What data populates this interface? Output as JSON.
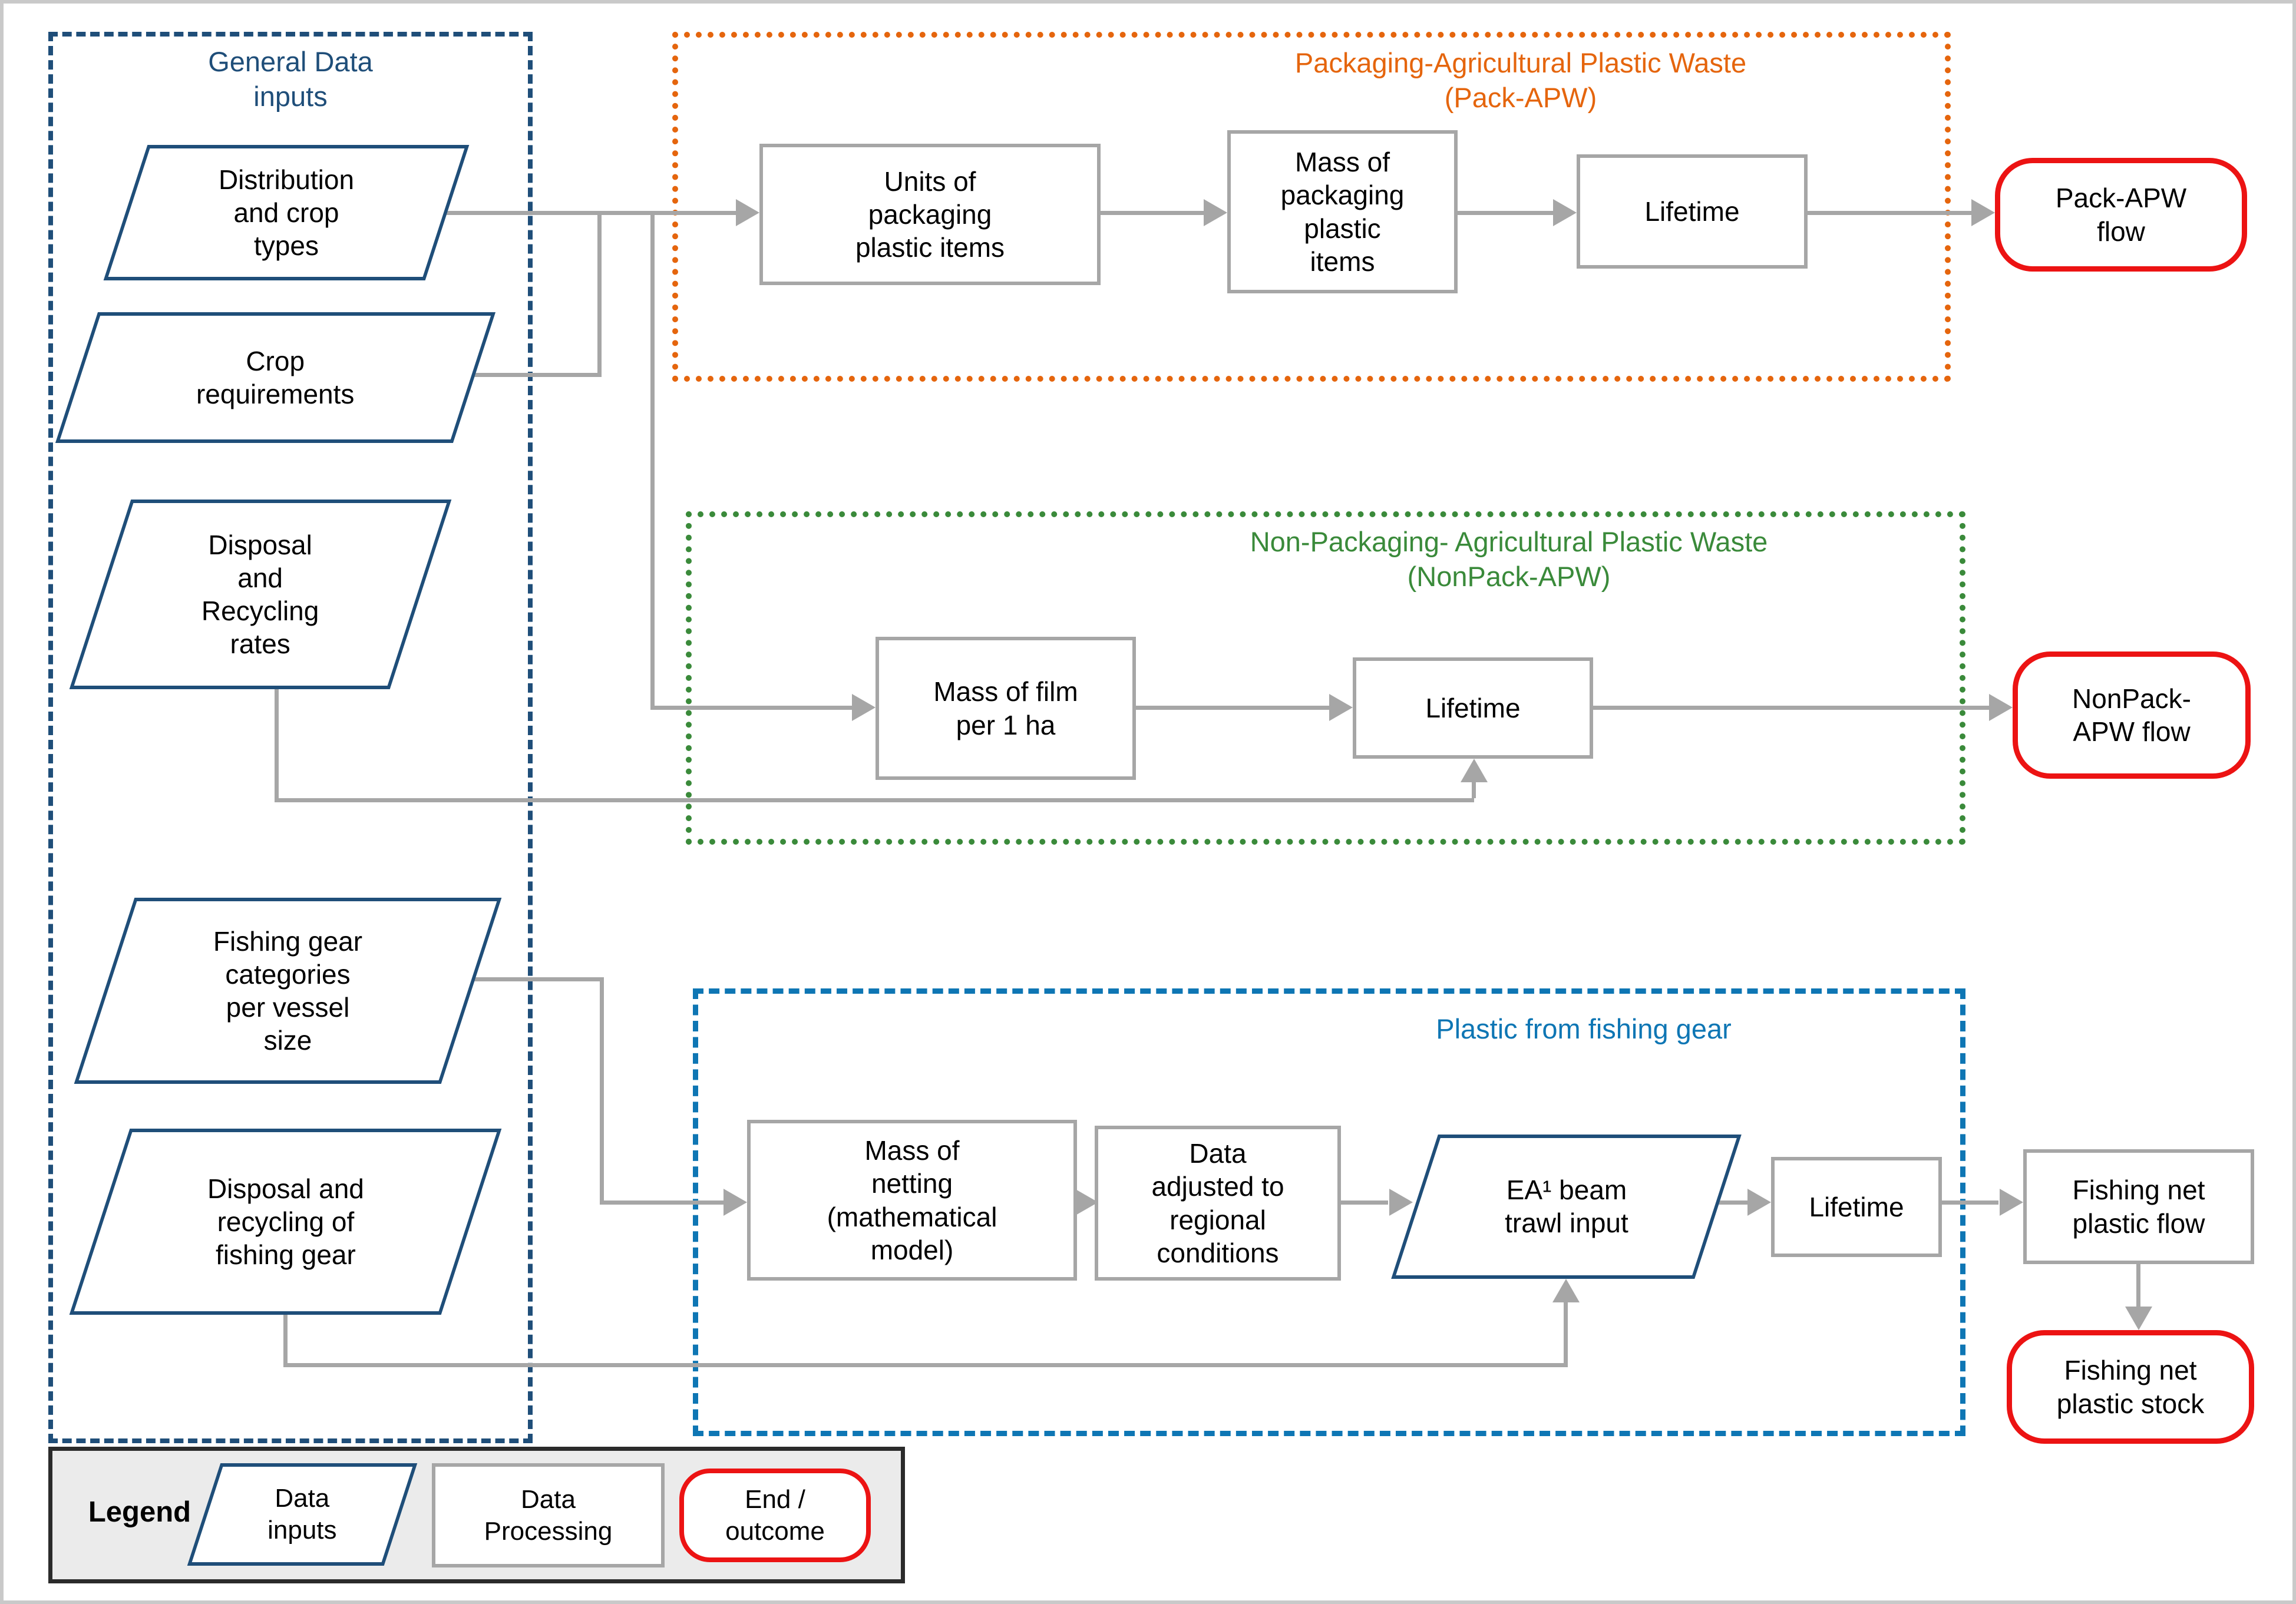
{
  "colors": {
    "navy": "#1F4E79",
    "azure": "#0E76B4",
    "orange": "#E5650D",
    "green": "#3A8A3A",
    "red": "#EC1313",
    "gray": "#A6A6A6"
  },
  "general_inputs": {
    "title": "General Data\ninputs",
    "items": [
      {
        "label": "Distribution\nand crop\ntypes"
      },
      {
        "label": "Crop\nrequirements"
      },
      {
        "label": "Disposal\nand\nRecycling\nrates"
      },
      {
        "label": "Fishing gear\ncategories\nper vessel\nsize"
      },
      {
        "label": "Disposal and\nrecycling of\nfishing gear"
      }
    ]
  },
  "pack_apw": {
    "title": "Packaging-Agricultural Plastic Waste\n(Pack-APW)",
    "steps": [
      {
        "label": "Units of\npackaging\nplastic items"
      },
      {
        "label": "Mass of\npackaging\nplastic\nitems"
      },
      {
        "label": "Lifetime"
      }
    ],
    "outcome": "Pack-APW\nflow"
  },
  "nonpack_apw": {
    "title": "Non-Packaging- Agricultural Plastic Waste\n(NonPack-APW)",
    "steps": [
      {
        "label": "Mass of film\nper 1 ha"
      },
      {
        "label": "Lifetime"
      }
    ],
    "outcome": "NonPack-\nAPW flow"
  },
  "fishing": {
    "title": "Plastic from fishing gear",
    "steps": [
      {
        "label": "Mass of\nnetting\n(mathematical\nmodel)"
      },
      {
        "label": "Data\nadjusted to\nregional\nconditions"
      },
      {
        "label": "EA¹ beam\ntrawl input"
      },
      {
        "label": "Lifetime"
      },
      {
        "label": "Fishing net\nplastic flow"
      }
    ],
    "outcome": "Fishing net\nplastic stock"
  },
  "legend": {
    "heading": "Legend",
    "data_inputs": "Data\ninputs",
    "data_processing": "Data\nProcessing",
    "end_outcome": "End /\noutcome"
  }
}
